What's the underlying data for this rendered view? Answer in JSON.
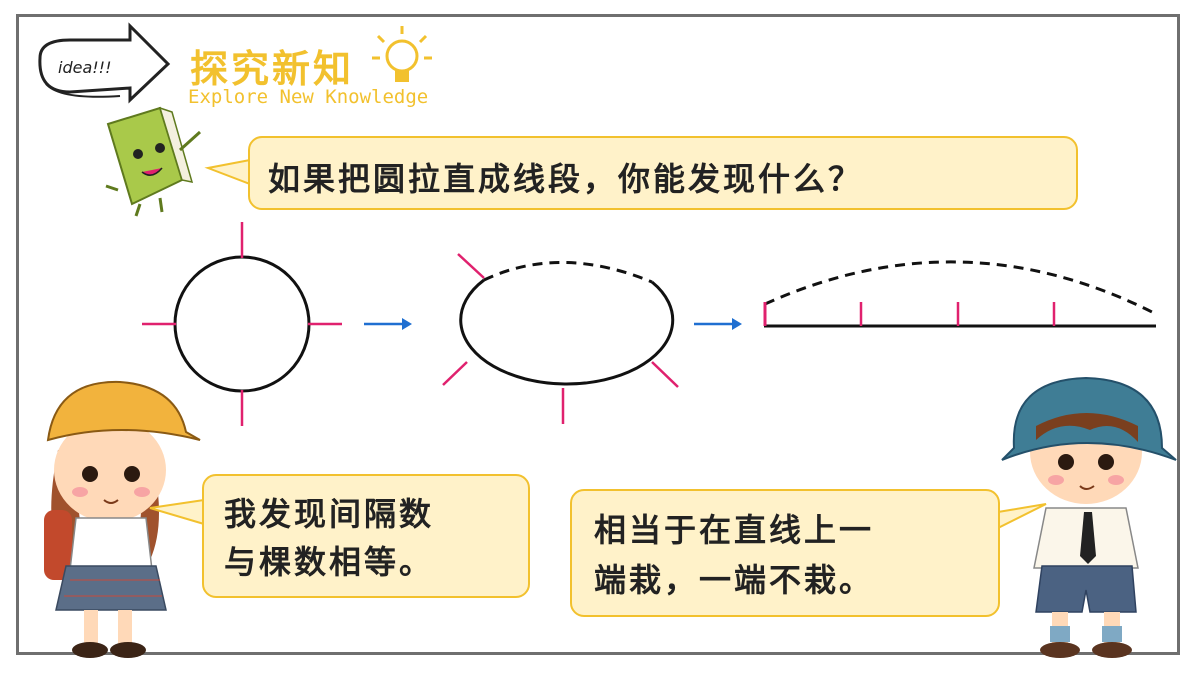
{
  "header": {
    "badge_text": "idea!!!",
    "title": "探究新知",
    "subtitle": "Explore New Knowledge"
  },
  "question_bubble": {
    "text": "如果把圆拉直成线段，你能发现什么？"
  },
  "girl_bubble": {
    "line1": "我发现间隔数",
    "line2": "与棵数相等。"
  },
  "boy_bubble": {
    "line1": "相当于在直线上一",
    "line2": "端栽，一端不栽。"
  },
  "colors": {
    "accent": "#f2c12e",
    "bubble_fill": "#fff2c9",
    "tick": "#e0216e",
    "arrow": "#1f6fd1",
    "frame": "#6f6f6f"
  },
  "icons": [
    "idea-arrow-badge-icon",
    "lightbulb-icon",
    "book-mascot-icon",
    "girl-character-icon",
    "boy-character-icon",
    "arrow-right-icon"
  ]
}
